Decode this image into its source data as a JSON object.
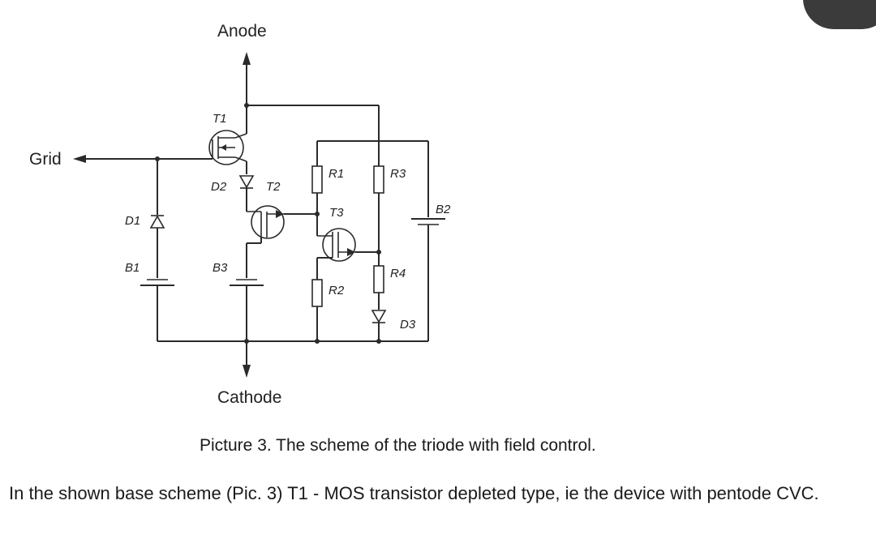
{
  "diagram": {
    "labels": {
      "anode": "Anode",
      "grid": "Grid",
      "cathode": "Cathode",
      "t1": "T1",
      "t2": "T2",
      "t3": "T3",
      "d1": "D1",
      "d2": "D2",
      "d3": "D3",
      "b1": "B1",
      "b2": "B2",
      "b3": "B3",
      "r1": "R1",
      "r2": "R2",
      "r3": "R3",
      "r4": "R4"
    }
  },
  "caption": "Picture 3. The scheme of the triode with field control.",
  "paragraph": "In the shown base scheme (Pic. 3) T1 - MOS transistor depleted type, ie the device with pentode CVC."
}
